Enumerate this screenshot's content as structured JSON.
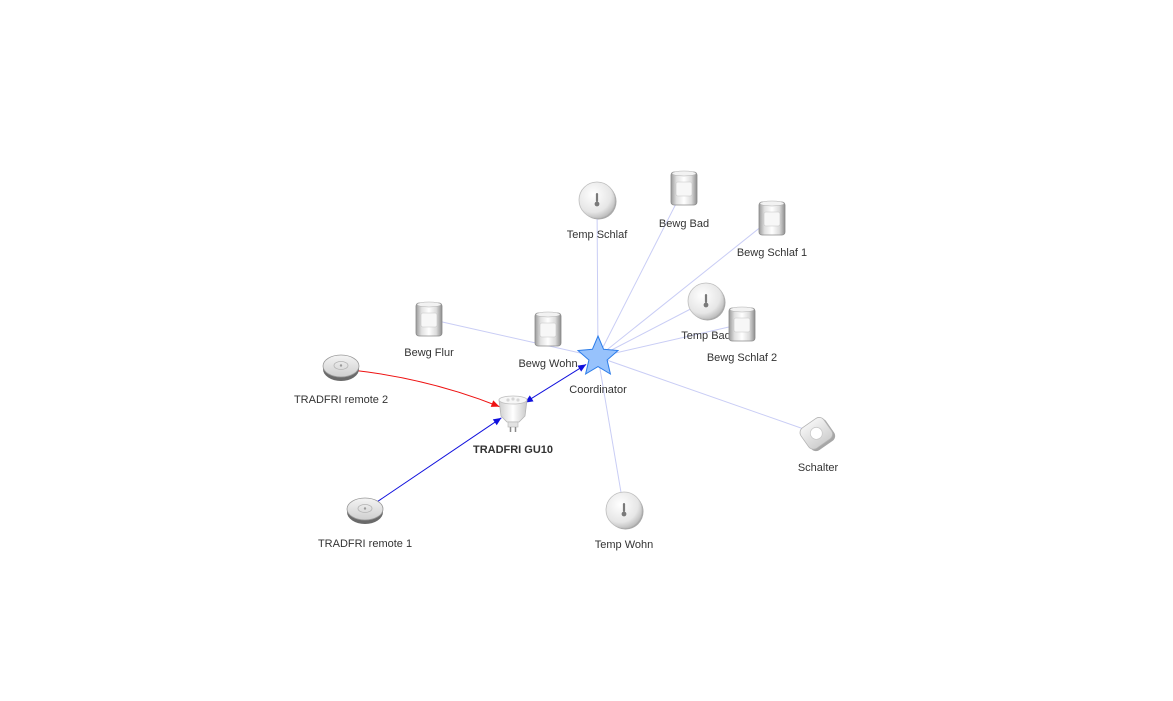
{
  "colors": {
    "edge_default": "#c9cdf5",
    "edge_blue": "#1010dd",
    "edge_red": "#ee1111",
    "star_fill": "#97c2fc",
    "star_stroke": "#2b7ce9",
    "label": "#333333"
  },
  "nodes": [
    {
      "id": "coordinator",
      "label": "Coordinator",
      "icon": "star-icon",
      "bold": false
    },
    {
      "id": "tradfri-gu10",
      "label": "TRADFRI GU10",
      "icon": "bulb-icon",
      "bold": true
    },
    {
      "id": "tradfri-remote-1",
      "label": "TRADFRI remote 1",
      "icon": "remote-icon",
      "bold": false
    },
    {
      "id": "tradfri-remote-2",
      "label": "TRADFRI remote 2",
      "icon": "remote-icon",
      "bold": false
    },
    {
      "id": "temp-schlaf",
      "label": "Temp Schlaf",
      "icon": "temperature-sensor-icon",
      "bold": false
    },
    {
      "id": "bewg-bad",
      "label": "Bewg Bad",
      "icon": "motion-sensor-icon",
      "bold": false
    },
    {
      "id": "bewg-schlaf-1",
      "label": "Bewg Schlaf 1",
      "icon": "motion-sensor-icon",
      "bold": false
    },
    {
      "id": "temp-bad",
      "label": "Temp Bad",
      "icon": "temperature-sensor-icon",
      "bold": false
    },
    {
      "id": "bewg-schlaf-2",
      "label": "Bewg Schlaf 2",
      "icon": "motion-sensor-icon",
      "bold": false
    },
    {
      "id": "bewg-flur",
      "label": "Bewg Flur",
      "icon": "motion-sensor-icon",
      "bold": false
    },
    {
      "id": "bewg-wohn",
      "label": "Bewg Wohn",
      "icon": "motion-sensor-icon",
      "bold": false
    },
    {
      "id": "schalter",
      "label": "Schalter",
      "icon": "switch-icon",
      "bold": false
    },
    {
      "id": "temp-wohn",
      "label": "Temp Wohn",
      "icon": "temperature-sensor-icon",
      "bold": false
    }
  ],
  "edges": [
    {
      "from": "temp-schlaf",
      "to": "coordinator",
      "color": "edge_default"
    },
    {
      "from": "bewg-bad",
      "to": "coordinator",
      "color": "edge_default"
    },
    {
      "from": "bewg-schlaf-1",
      "to": "coordinator",
      "color": "edge_default"
    },
    {
      "from": "temp-bad",
      "to": "coordinator",
      "color": "edge_default"
    },
    {
      "from": "bewg-schlaf-2",
      "to": "coordinator",
      "color": "edge_default"
    },
    {
      "from": "bewg-flur",
      "to": "coordinator",
      "color": "edge_default"
    },
    {
      "from": "schalter",
      "to": "coordinator",
      "color": "edge_default"
    },
    {
      "from": "temp-wohn",
      "to": "coordinator",
      "color": "edge_default"
    },
    {
      "from": "tradfri-gu10",
      "to": "coordinator",
      "color": "edge_blue",
      "arrows": "both"
    },
    {
      "from": "tradfri-remote-1",
      "to": "tradfri-gu10",
      "color": "edge_blue",
      "arrows": "to"
    },
    {
      "from": "tradfri-remote-2",
      "to": "tradfri-gu10",
      "color": "edge_red",
      "arrows": "to",
      "curved": true
    }
  ]
}
